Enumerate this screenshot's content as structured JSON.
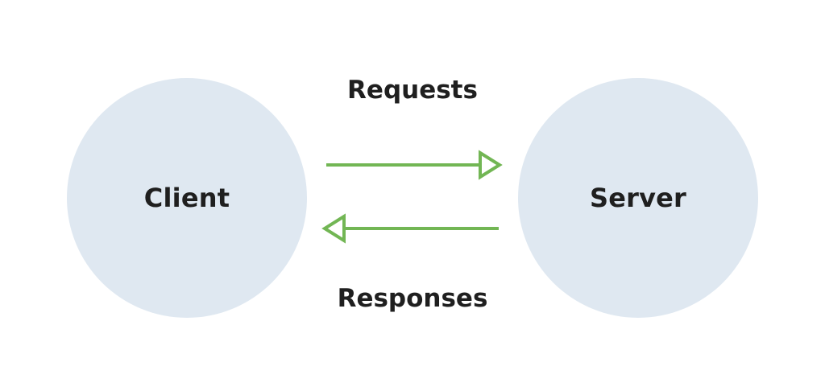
{
  "diagram": {
    "nodes": {
      "client": "Client",
      "server": "Server"
    },
    "edges": {
      "requests": "Requests",
      "responses": "Responses"
    },
    "colors": {
      "node_fill": "#dfe8f1",
      "arrow": "#72b654",
      "text": "#1f1f1f"
    }
  }
}
